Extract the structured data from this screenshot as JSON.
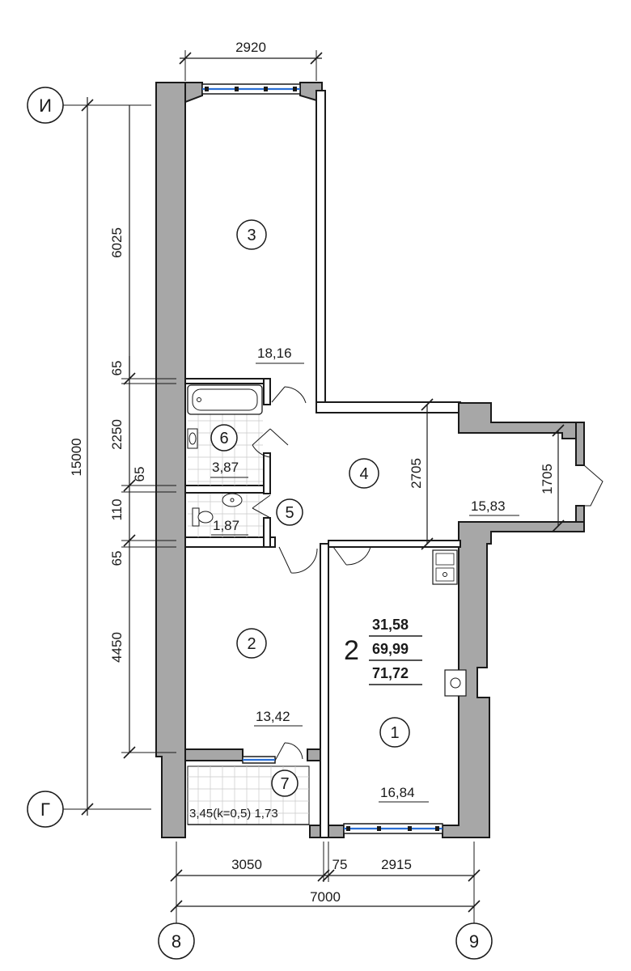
{
  "dimensions": {
    "top": "2920",
    "left_upper": "6025",
    "left_total": "15000",
    "left_65a": "65",
    "left_2250": "2250",
    "left_65b": "65",
    "left_110": "110",
    "left_65c": "65",
    "left_4450": "4450",
    "bottom_3050": "3050",
    "bottom_75": "75",
    "bottom_2915": "2915",
    "bottom_total": "7000",
    "corridor_2705": "2705",
    "balcony_1705": "1705"
  },
  "axes": {
    "top_row": "И",
    "bottom_row": "Г",
    "left_col": "8",
    "right_col": "9"
  },
  "rooms": [
    {
      "num": "1",
      "area": "16,84"
    },
    {
      "num": "2",
      "area": "13,42"
    },
    {
      "num": "3",
      "area": "18,16"
    },
    {
      "num": "4",
      "area": "15,83"
    },
    {
      "num": "5",
      "area": "1,87"
    },
    {
      "num": "6",
      "area": "3,87"
    },
    {
      "num": "7",
      "area": "3,45(k=0,5) 1,73"
    }
  ],
  "apartment": {
    "rooms_count": "2",
    "living_area": "31,58",
    "total_area": "69,99",
    "total_with_balcony": "71,72"
  },
  "colors": {
    "wall": "#a7a7a7",
    "window_glass": "#2a6fd6"
  }
}
